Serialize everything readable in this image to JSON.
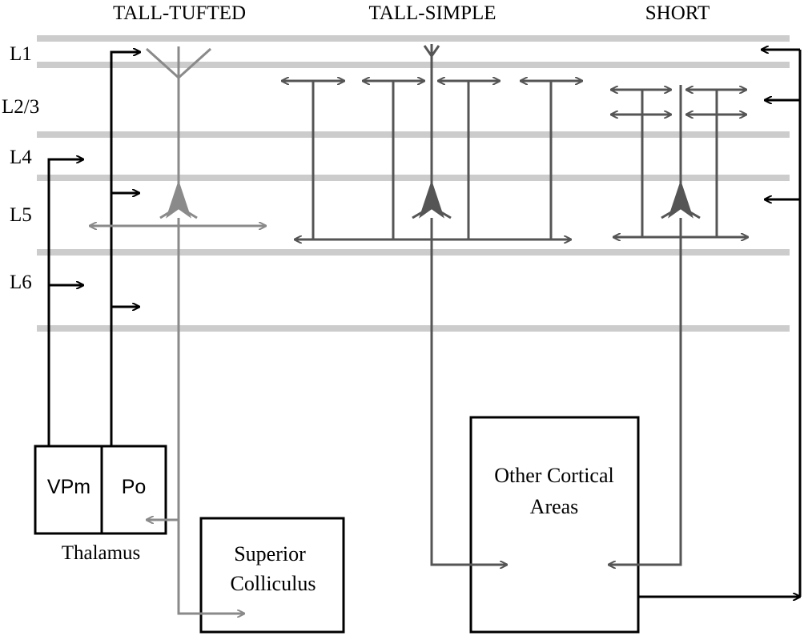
{
  "columns": {
    "tall_tufted": "TALL-TUFTED",
    "tall_simple": "TALL-SIMPLE",
    "short": "SHORT"
  },
  "layers": {
    "l1": "L1",
    "l23": "L2/3",
    "l4": "L4",
    "l5": "L5",
    "l6": "L6"
  },
  "thalamus": {
    "vpm": "VPm",
    "po": "Po",
    "label": "Thalamus"
  },
  "superior_colliculus": {
    "line1": "Superior",
    "line2": "Colliculus"
  },
  "other_cortical": {
    "line1": "Other Cortical",
    "line2": "Areas"
  },
  "colors": {
    "layer_band": "#cccccc",
    "thalamic_axon": "#000000",
    "tall_tufted": "#8a8a8a",
    "tall_simple_short": "#555555"
  }
}
